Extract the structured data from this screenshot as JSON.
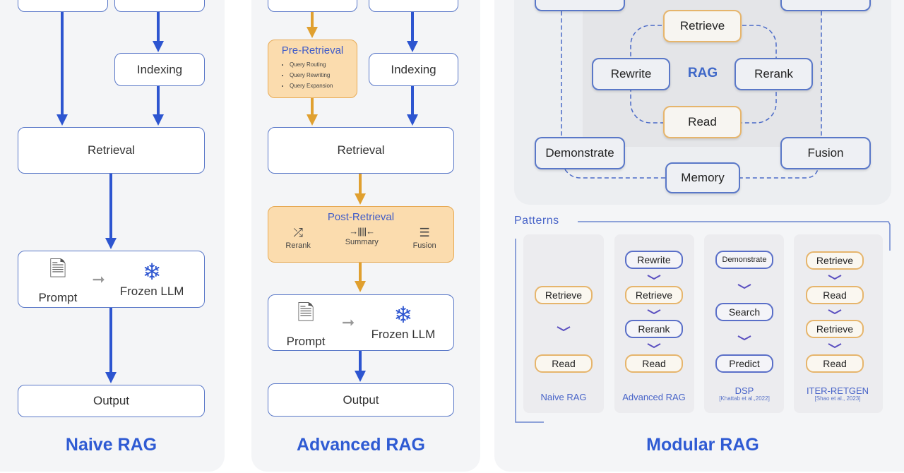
{
  "naive": {
    "title": "Naive RAG",
    "indexing": "Indexing",
    "retrieval": "Retrieval",
    "prompt": "Prompt",
    "frozen_llm": "Frozen LLM",
    "output": "Output"
  },
  "advanced": {
    "title": "Advanced RAG",
    "pre_retrieval": {
      "title": "Pre-Retrieval",
      "items": [
        "Query Routing",
        "Query Rewriting",
        "Query Expansion"
      ]
    },
    "indexing": "Indexing",
    "retrieval": "Retrieval",
    "post_retrieval": {
      "title": "Post-Retrieval",
      "items": [
        {
          "label": "Rerank",
          "icon": "shuffle-icon"
        },
        {
          "label": "Summary",
          "icon": "compress-icon"
        },
        {
          "label": "Fusion",
          "icon": "layers-icon"
        }
      ]
    },
    "prompt": "Prompt",
    "frozen_llm": "Frozen LLM",
    "output": "Output"
  },
  "modular": {
    "title": "Modular RAG",
    "center": "RAG",
    "inner_modules": [
      "Retrieve",
      "Rewrite",
      "Rerank",
      "Read"
    ],
    "outer_modules": [
      "Demonstrate",
      "Fusion",
      "Memory"
    ],
    "patterns_label": "Patterns",
    "patterns": [
      {
        "name": "Naive RAG",
        "steps": [
          "Retrieve",
          "Read"
        ]
      },
      {
        "name": "Advanced RAG",
        "steps": [
          "Rewrite",
          "Retrieve",
          "Rerank",
          "Read"
        ]
      },
      {
        "name": "DSP",
        "cite": "[Khattab et al.,2022]",
        "steps": [
          "Demonstrate",
          "Search",
          "Predict"
        ]
      },
      {
        "name": "ITER-RETGEN",
        "cite": "[Shao et al., 2023]",
        "steps": [
          "Retrieve",
          "Read",
          "Retrieve",
          "Read"
        ]
      }
    ]
  },
  "colors": {
    "blue": "#2d55d0",
    "orange": "#e0a030",
    "module_orange": "#fbdcae"
  }
}
